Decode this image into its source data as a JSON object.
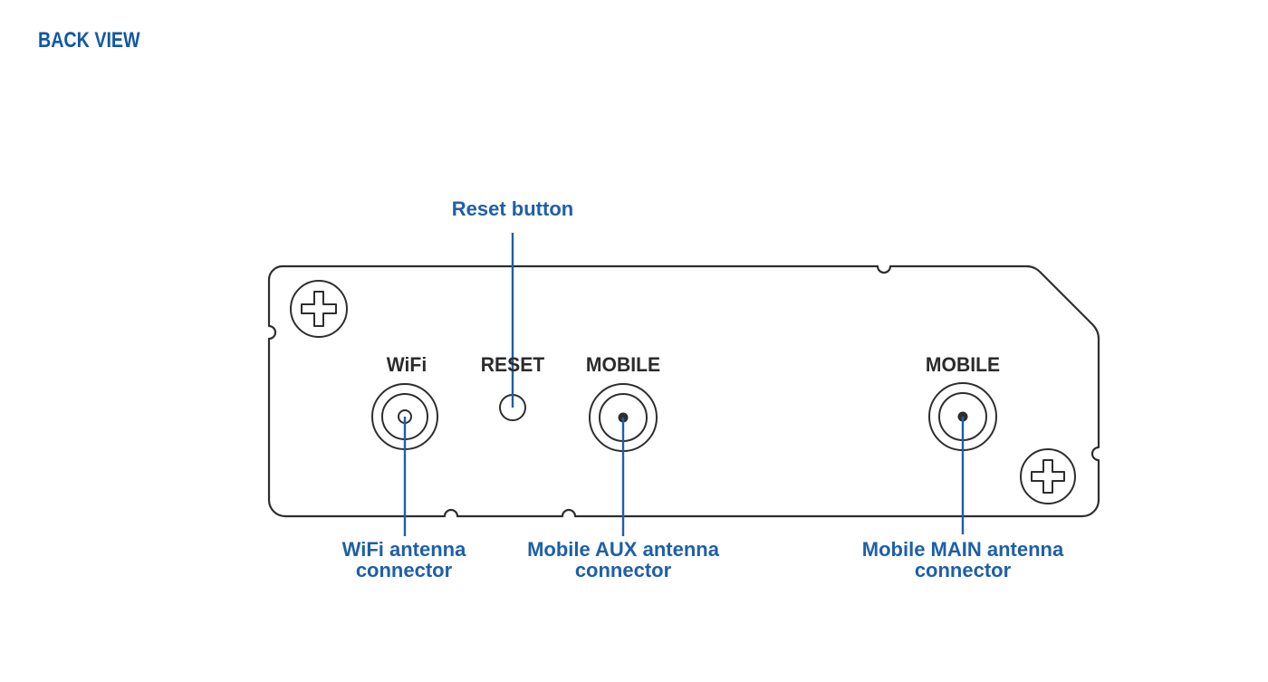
{
  "colors": {
    "accent_blue": "#1e5fa8",
    "header_blue": "#1157a6",
    "outline_dark": "#2e2e2e",
    "port_label_dark": "#2b2b2b",
    "background": "#ffffff"
  },
  "header": {
    "title": "BACK VIEW"
  },
  "callouts": {
    "reset": "Reset button",
    "wifi": "WiFi antenna connector",
    "mobile_aux": "Mobile AUX antenna connector",
    "mobile_main": "Mobile MAIN antenna connector"
  },
  "panel_labels": {
    "wifi": "WiFi",
    "reset": "RESET",
    "mobile_aux": "MOBILE",
    "mobile_main": "MOBILE"
  },
  "icons": {
    "screw_top_left": "phillips-screw-icon",
    "screw_bottom_right": "phillips-screw-icon",
    "wifi_connector": "coax-connector-icon",
    "mobile_aux_connector": "coax-connector-icon",
    "mobile_main_connector": "coax-connector-icon",
    "reset_hole": "reset-hole-icon"
  }
}
